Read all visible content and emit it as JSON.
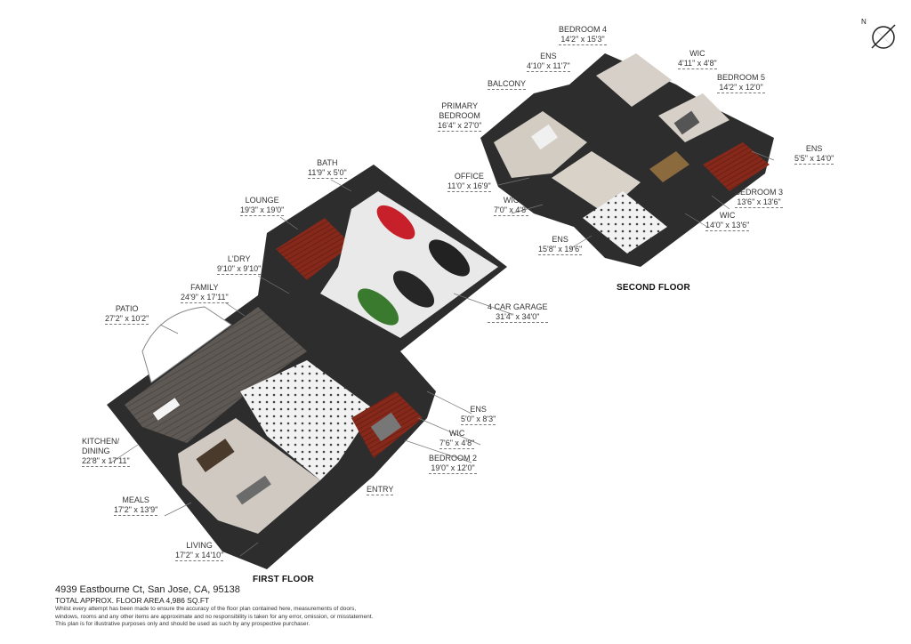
{
  "compass": {
    "label": "N"
  },
  "floors": {
    "first": "FIRST FLOOR",
    "second": "SECOND FLOOR"
  },
  "rooms": {
    "bedroom4": {
      "name": "BEDROOM 4",
      "dim": "14'2\" x 15'3\""
    },
    "ens_top": {
      "name": "ENS",
      "dim": "4'10\" x 11'7\""
    },
    "wic_top": {
      "name": "WIC",
      "dim": "4'11\" x 4'8\""
    },
    "bedroom5": {
      "name": "BEDROOM 5",
      "dim": "14'2\" x 12'0\""
    },
    "balcony": {
      "name": "BALCONY",
      "dim": ""
    },
    "primary": {
      "name": "PRIMARY BEDROOM",
      "name2": "BEDROOM",
      "name1": "PRIMARY",
      "dim": "16'4\" x 27'0\""
    },
    "ens_right": {
      "name": "ENS",
      "dim": "5'5\" x 14'0\""
    },
    "office": {
      "name": "OFFICE",
      "dim": "11'0\" x 16'9\""
    },
    "bedroom3": {
      "name": "BEDROOM 3",
      "dim": "13'6\" x 13'6\""
    },
    "wic_mid": {
      "name": "WIC",
      "dim": "7'0\" x 4'8\""
    },
    "wic_right": {
      "name": "WIC",
      "dim": "14'0\" x 13'6\""
    },
    "ens_second": {
      "name": "ENS",
      "dim": "15'8\" x 19'6\""
    },
    "bath": {
      "name": "BATH",
      "dim": "11'9\" x 5'0\""
    },
    "lounge": {
      "name": "LOUNGE",
      "dim": "19'3\" x 19'0\""
    },
    "ldry": {
      "name": "L'DRY",
      "dim": "9'10\" x 9'10\""
    },
    "family": {
      "name": "FAMILY",
      "dim": "24'9\" x 17'11\""
    },
    "patio": {
      "name": "PATIO",
      "dim": "27'2\" x 10'2\""
    },
    "garage": {
      "name": "4 CAR GARAGE",
      "dim": "31'4\" x 34'0\""
    },
    "ens_first": {
      "name": "ENS",
      "dim": "5'0\" x 8'3\""
    },
    "wic_first": {
      "name": "WIC",
      "dim": "7'6\" x 4'8\""
    },
    "bedroom2": {
      "name": "BEDROOM 2",
      "dim": "19'0\" x 12'0\""
    },
    "kitchen": {
      "name1": "KITCHEN/",
      "name2": "DINING",
      "dim": "22'8\" x 17'11\""
    },
    "entry": {
      "name": "ENTRY"
    },
    "meals": {
      "name": "MEALS",
      "dim": "17'2\" x 13'9\""
    },
    "living": {
      "name": "LIVING",
      "dim": "17'2\" x 14'10\""
    }
  },
  "footer": {
    "address": "4939 Eastbourne Ct, San Jose, CA, 95138",
    "area": "TOTAL APPROX. FLOOR AREA 4,986 SQ.FT",
    "disclaimer1": "Whilst every attempt has been made to ensure the accuracy of the floor plan contained here, measurements of doors,",
    "disclaimer2": "windows, rooms and any other items are approximate and no responsibility is taken for any error, omission, or misstatement.",
    "disclaimer3": "This plan is for illustrative purposes only and should be used as such by any prospective purchaser."
  },
  "colors": {
    "wall": "#2b2b2b",
    "floor_wood": "#5f5a55",
    "floor_light": "#d9d3cb",
    "floor_red": "#8a2a1c",
    "tile": "#eeeeee",
    "car_red": "#c8202a",
    "car_green": "#3a7a2e",
    "car_black": "#222222"
  }
}
